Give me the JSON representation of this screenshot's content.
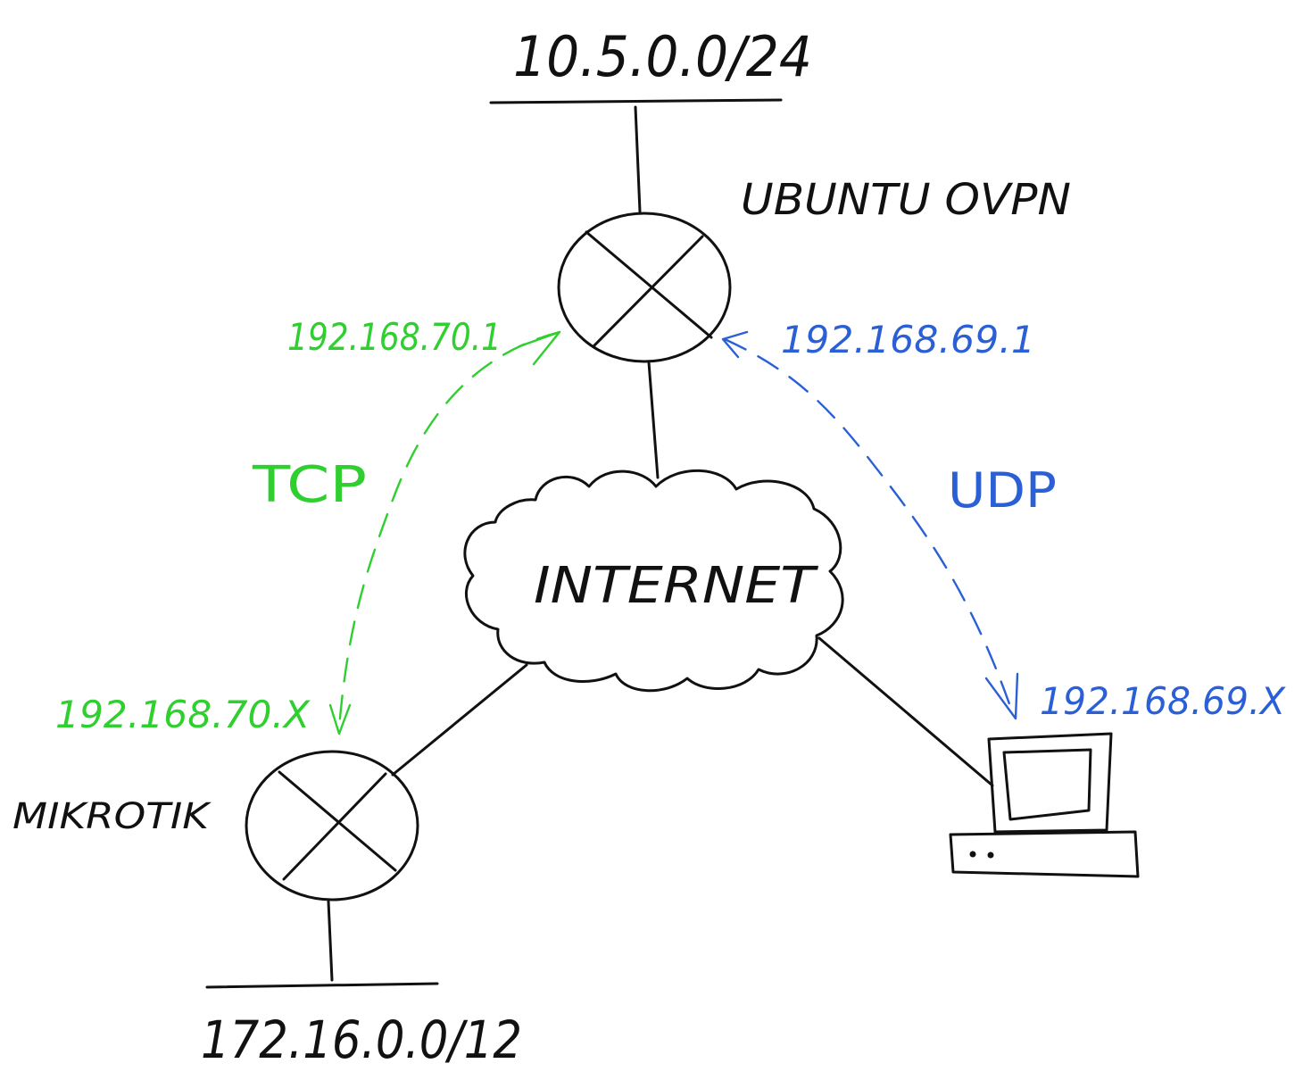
{
  "networks": {
    "top": "10.5.0.0/24",
    "bottom": "172.16.0.0/12"
  },
  "nodes": {
    "server": "UBUNTU OVPN",
    "cloud": "INTERNET",
    "router": "MIKROTIK"
  },
  "links": {
    "tcp": {
      "protocol": "TCP",
      "server_ip": "192.168.70.1",
      "client_ip": "192.168.70.X",
      "color": "#2fcf2f"
    },
    "udp": {
      "protocol": "UDP",
      "server_ip": "192.168.69.1",
      "client_ip": "192.168.69.X",
      "color": "#2b5fd6"
    }
  },
  "icons": {
    "router": "router-symbol-icon",
    "computer": "desktop-computer-icon",
    "cloud": "cloud-icon"
  }
}
